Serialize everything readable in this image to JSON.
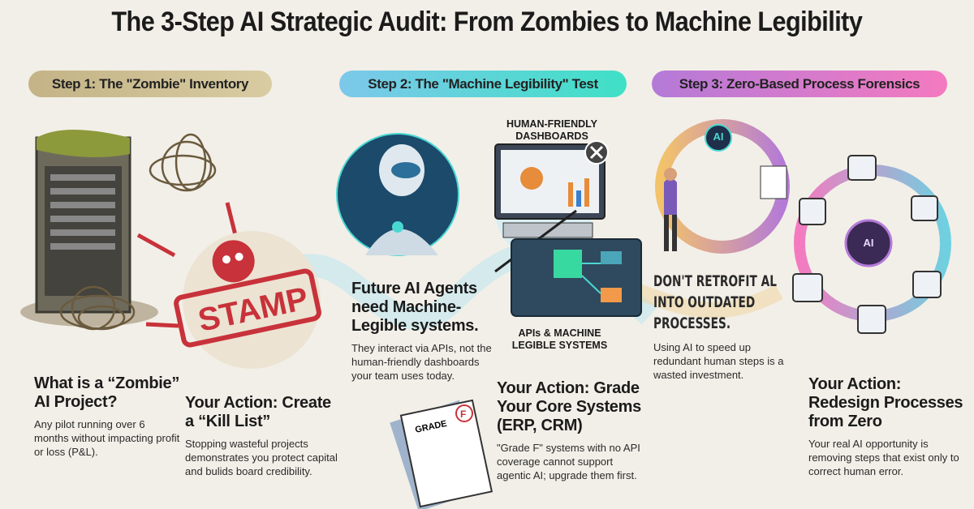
{
  "title": "The 3-Step AI Strategic Audit: From Zombies to Machine Legibility",
  "steps": [
    {
      "label": "Step 1: The \"Zombie\" Inventory",
      "color": "#c3b386"
    },
    {
      "label": "Step 2: The \"Machine Legibility\" Test",
      "color": "#3fe0c6"
    },
    {
      "label": "Step 3: Zero-Based Process Forensics",
      "color": "#b47ad8"
    }
  ],
  "step1": {
    "stamp": "STAMP",
    "question_title": "What is a “Zombie” AI Project?",
    "question_body": "Any pilot running over 6 months without impacting profit or loss (P&L).",
    "action_title": "Your Action: Create a “Kill List”",
    "action_body": "Stopping wasteful projects demonstrates you protect capital and bulids board credibility."
  },
  "step2": {
    "dashboards_label": "HUMAN-FRIENDLY DASHBOARDS",
    "apis_label": "APIs & MACHINE LEGIBLE SYSTEMS",
    "headline": "Future AI Agents need Machine-Legible systems.",
    "body": "They interact via APIs, not the human-friendly dashboards your team uses today.",
    "grade_label": "GRADE",
    "grade_value": "F",
    "action_title": "Your Action: Grade Your Core Systems (ERP, CRM)",
    "action_body": "\"Grade F\" systems with no API coverage cannot support agentic AI; upgrade them first."
  },
  "step3": {
    "ai_badge": "AI",
    "headline": "DON'T RETROFIT AL INTO OUTDATED PROCESSES.",
    "body": "Using AI to speed up redundant human steps is a wasted investment.",
    "action_title": "Your Action: Redesign Processes from Zero",
    "action_body": "Your real AI opportunity is removing steps that exist only to correct human error."
  }
}
